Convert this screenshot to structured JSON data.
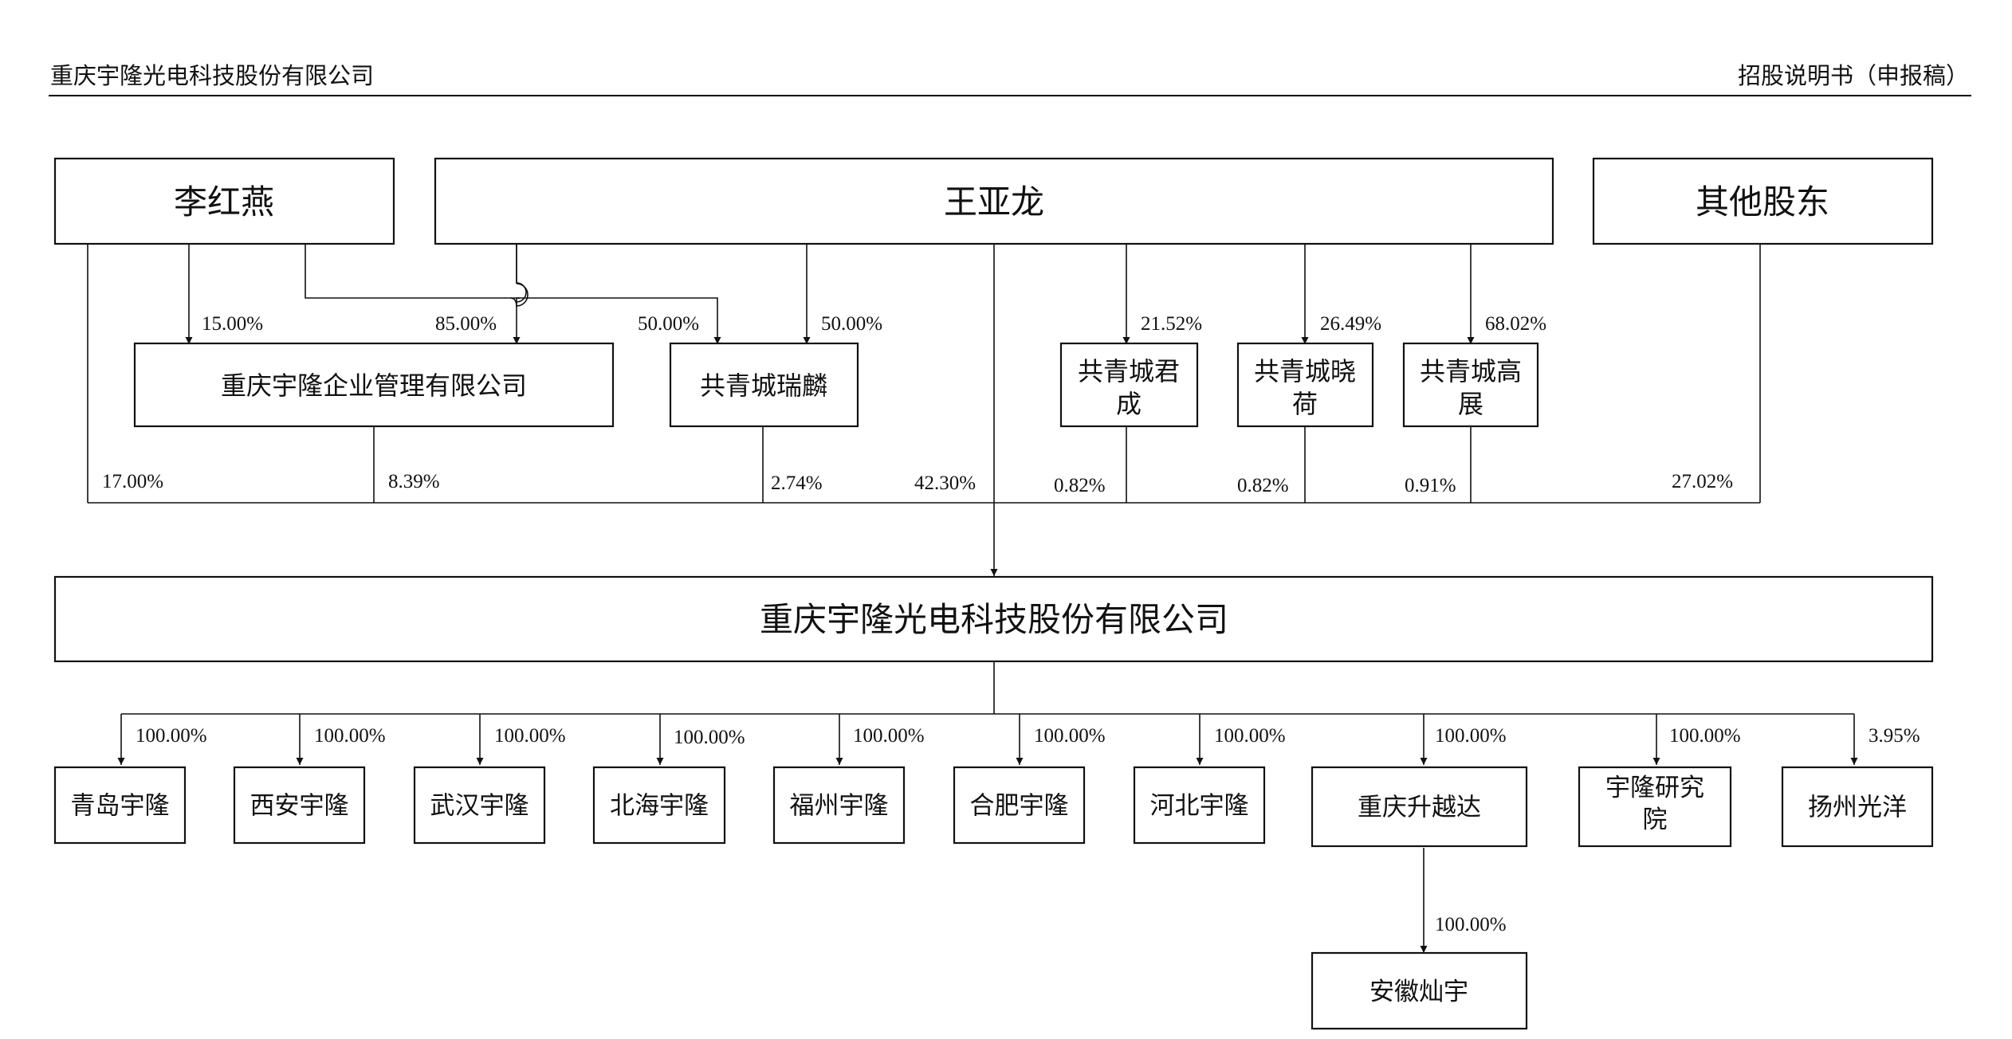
{
  "header": {
    "left": "重庆宇隆光电科技股份有限公司",
    "right": "招股说明书（申报稿）"
  },
  "shareholders": {
    "li": "李红燕",
    "wang": "王亚龙",
    "others": "其他股东"
  },
  "intermediates": {
    "yulong_mgmt": "重庆宇隆企业管理有限公司",
    "ruilin": "共青城瑞麟",
    "juncheng": [
      "共青城君",
      "成"
    ],
    "xiaohe": [
      "共青城晓",
      "荷"
    ],
    "gaozhan": [
      "共青城高",
      "展"
    ]
  },
  "company": "重庆宇隆光电科技股份有限公司",
  "upper_pcts": {
    "li_to_mgmt": "15.00%",
    "wang_to_mgmt": "85.00%",
    "li_to_ruilin": "50.00%",
    "wang_to_ruilin": "50.00%",
    "wang_to_juncheng": "21.52%",
    "wang_to_xiaohe": "26.49%",
    "wang_to_gaozhan": "68.02%"
  },
  "company_pcts": {
    "li": "17.00%",
    "mgmt": "8.39%",
    "ruilin": "2.74%",
    "wang": "42.30%",
    "juncheng": "0.82%",
    "xiaohe": "0.82%",
    "gaozhan": "0.91%",
    "others": "27.02%"
  },
  "subsidiaries": [
    {
      "name": [
        "青岛宇隆"
      ],
      "pct": "100.00%"
    },
    {
      "name": [
        "西安宇隆"
      ],
      "pct": "100.00%"
    },
    {
      "name": [
        "武汉宇隆"
      ],
      "pct": "100.00%"
    },
    {
      "name": [
        "北海宇隆"
      ],
      "pct": "100.00%"
    },
    {
      "name": [
        "福州宇隆"
      ],
      "pct": "100.00%"
    },
    {
      "name": [
        "合肥宇隆"
      ],
      "pct": "100.00%"
    },
    {
      "name": [
        "河北宇隆"
      ],
      "pct": "100.00%"
    },
    {
      "name": [
        "重庆升越达"
      ],
      "pct": "100.00%"
    },
    {
      "name": [
        "宇隆研究",
        "院"
      ],
      "pct": "100.00%"
    },
    {
      "name": [
        "扬州光洋"
      ],
      "pct": "3.95%"
    }
  ],
  "grandchild": {
    "name": "安徽灿宇",
    "pct": "100.00%"
  }
}
